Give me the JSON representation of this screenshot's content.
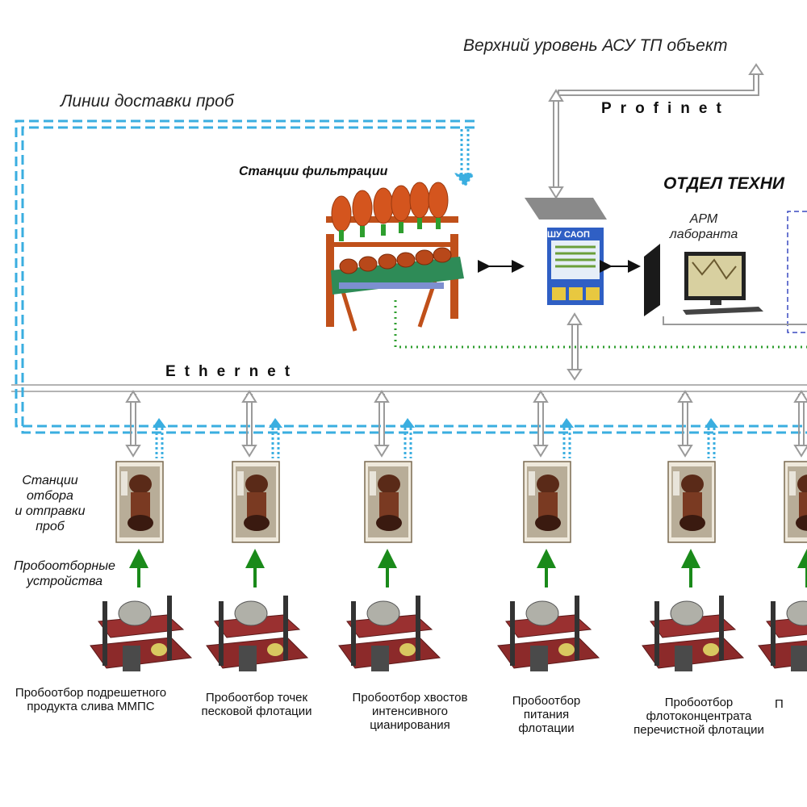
{
  "labels": {
    "upper_level": "Верхний уровень АСУ ТП объект",
    "sample_lines": "Линии доставки проб",
    "profinet": "Profinet",
    "ethernet": "Ethernet",
    "filtration": "Станции фильтрации",
    "dept": "ОТДЕЛ ТЕХНИ",
    "arm": "АРМ\nлаборанта",
    "cabinet": "ШУ САОП",
    "stations": "Станции\nотбора\nи отправки\nпроб",
    "samplers": "Пробоотборные\nустройства"
  },
  "samplers": [
    {
      "caption": "Пробоотбор подрешетного продукта слива ММПС"
    },
    {
      "caption": "Пробоотбор точек песковой флотации"
    },
    {
      "caption": "Пробоотбор хвостов интенсивного цианирования"
    },
    {
      "caption": "Пробоотбор питания флотации"
    },
    {
      "caption": "Пробоотбор флотоконцентрата перечистной флотации"
    },
    {
      "caption": "П"
    }
  ],
  "colors": {
    "bus": "#9a9a9a",
    "sample_line": "#3aaee0",
    "signal_dotted": "#2e9e2e",
    "arrow_green": "#1a8a1a",
    "equipment_red": "#c0501a",
    "equipment_green": "#2e8b57",
    "cabinet_blue": "#2f5fc4"
  },
  "icons": [
    "filter-station-icon",
    "control-cabinet-icon",
    "workstation-pc-icon",
    "sampling-station-icon",
    "sampling-device-icon"
  ]
}
